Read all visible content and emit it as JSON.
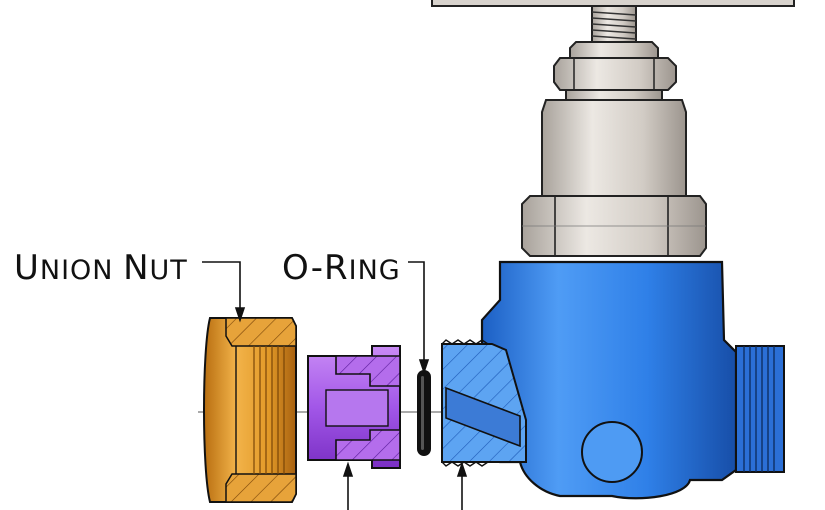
{
  "labels": {
    "union_nut": {
      "first_cap": "U",
      "first_rest": "NION",
      "second_cap": "N",
      "second_rest": "UT"
    },
    "o_ring": {
      "text_cap": "O-R",
      "text_rest": "ING"
    }
  },
  "colors": {
    "union_nut": "#E09A2A",
    "tailpiece": "#9B4DE0",
    "o_ring": "#111111",
    "valve_body": "#2E7FE8",
    "bonnet": "#CFC9C2",
    "section_hatch": "#3A3A3A"
  },
  "parts": [
    "union-nut",
    "tailpiece",
    "o-ring",
    "valve-body",
    "bonnet-nut",
    "bonnet",
    "packing-nut",
    "stem",
    "handwheel"
  ]
}
